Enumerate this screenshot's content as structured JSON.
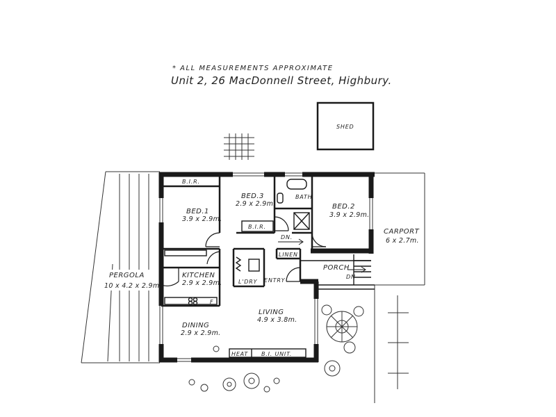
{
  "header": {
    "note": "* ALL MEASUREMENTS APPROXIMATE",
    "address": "Unit 2, 26 MacDonnell Street, Highbury."
  },
  "rooms": {
    "shed": "SHED",
    "bir_top": "B.I.R.",
    "bed3_name": "BED.3",
    "bed3_dim": "2.9 x 2.9m.",
    "bir_mid": "B.I.R.",
    "bath": "BATH",
    "bed2_name": "BED.2",
    "bed2_dim": "3.9 x 2.9m.",
    "bed1_name": "BED.1",
    "bed1_dim": "3.9 x 2.9m.",
    "carport_name": "CARPORT",
    "carport_dim": "6 x 2.7m.",
    "pergola_name": "PERGOLA",
    "pergola_dim": "10 x 4.2 x 2.9m.",
    "kitchen_name": "KITCHEN",
    "kitchen_dim": "2.9 x 2.9m.",
    "lory": "L'DRY",
    "linen": "LINEN",
    "entry": "ENTRY",
    "porch": "PORCH",
    "dn_hall": "DN.",
    "dn_porch": "DN",
    "fridge": "F",
    "living_name": "LIVING",
    "living_dim": "4.9 x 3.8m.",
    "dining_name": "DINING",
    "dining_dim": "2.9 x 2.9m.",
    "heat": "HEAT",
    "bi_unit": "B.I. UNIT."
  }
}
